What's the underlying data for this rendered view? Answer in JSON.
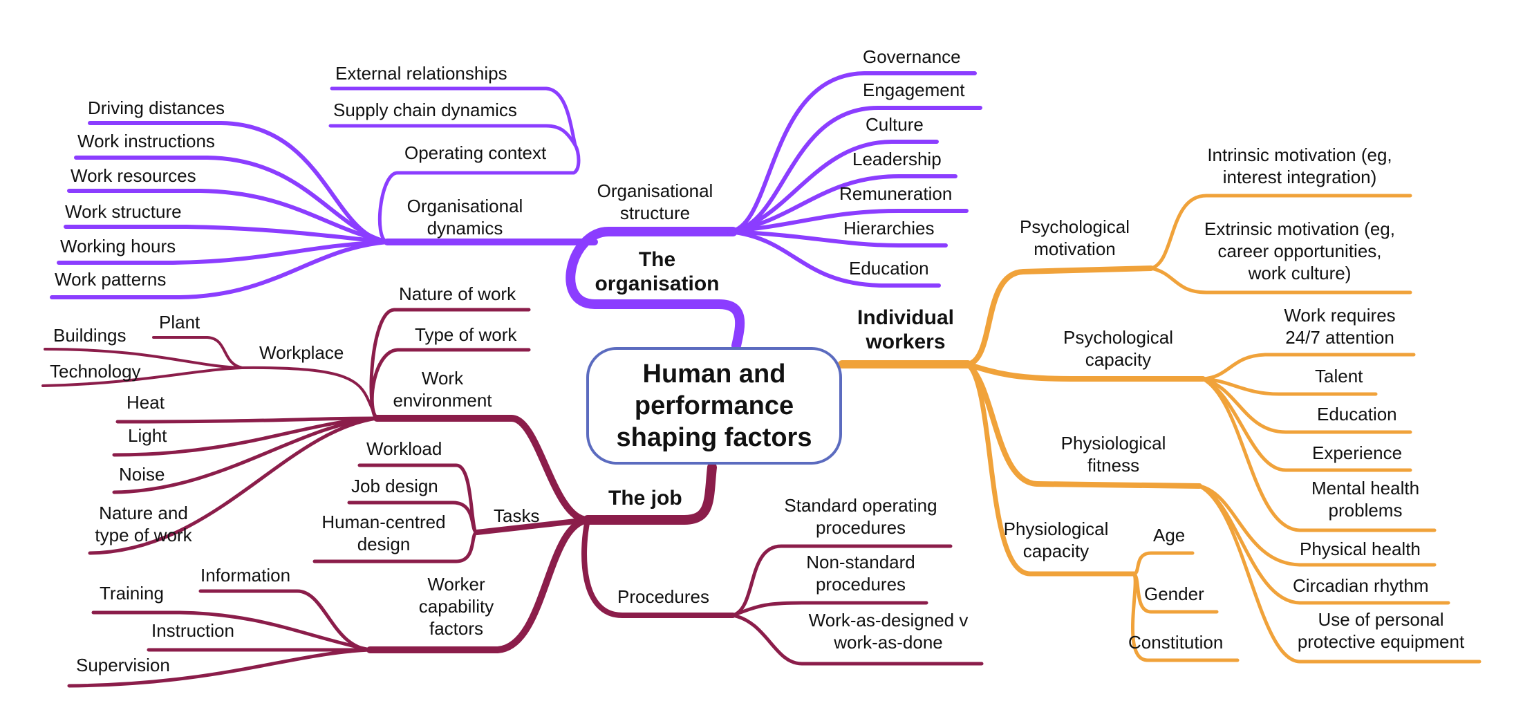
{
  "colors": {
    "organisation": "#8b3dff",
    "job": "#8b1d4a",
    "individual": "#f0a23a",
    "center_border": "#5b6bbf"
  },
  "center": {
    "label": "Human and\nperformance\nshaping factors"
  },
  "organisation": {
    "label": "The\norganisation",
    "structure": {
      "label": "Organisational\nstructure",
      "items": [
        "Governance",
        "Engagement",
        "Culture",
        "Leadership",
        "Remuneration",
        "Hierarchies",
        "Education"
      ]
    },
    "dynamics": {
      "label": "Organisational\ndynamics",
      "items": [
        "Driving distances",
        "Work instructions",
        "Work resources",
        "Work structure",
        "Working hours",
        "Work patterns"
      ],
      "context": {
        "label": "Operating context",
        "items": [
          "External relationships",
          "Supply chain dynamics"
        ]
      }
    }
  },
  "job": {
    "label": "The job",
    "environment": {
      "label": "Work\nenvironment",
      "items": [
        "Nature of work",
        "Type of work",
        "Heat",
        "Light",
        "Noise",
        "Nature and\ntype of work"
      ],
      "workplace": {
        "label": "Workplace",
        "items": [
          "Plant",
          "Buildings",
          "Technology"
        ]
      }
    },
    "tasks": {
      "label": "Tasks",
      "items": [
        "Workload",
        "Job design",
        "Human-centred\ndesign"
      ]
    },
    "capability": {
      "label": "Worker\ncapability\nfactors",
      "items": [
        "Information",
        "Training",
        "Instruction",
        "Supervision"
      ]
    },
    "procedures": {
      "label": "Procedures",
      "items": [
        "Standard operating\nprocedures",
        "Non-standard\nprocedures",
        "Work-as-designed v\nwork-as-done"
      ]
    }
  },
  "individual": {
    "label": "Individual\nworkers",
    "motivation": {
      "label": "Psychological\nmotivation",
      "items": [
        "Intrinsic motivation (eg,\ninterest integration)",
        "Extrinsic motivation (eg,\ncareer opportunities,\nwork culture)"
      ]
    },
    "psych_capacity": {
      "label": "Psychological\ncapacity",
      "items": [
        "Work requires\n24/7 attention",
        "Talent",
        "Education",
        "Experience",
        "Mental health\nproblems"
      ]
    },
    "fitness": {
      "label": "Physiological\nfitness",
      "items": [
        "Physical health",
        "Circadian rhythm",
        "Use of personal\nprotective equipment"
      ]
    },
    "phys_capacity": {
      "label": "Physiological\ncapacity",
      "items": [
        "Age",
        "Gender",
        "Constitution"
      ]
    }
  }
}
